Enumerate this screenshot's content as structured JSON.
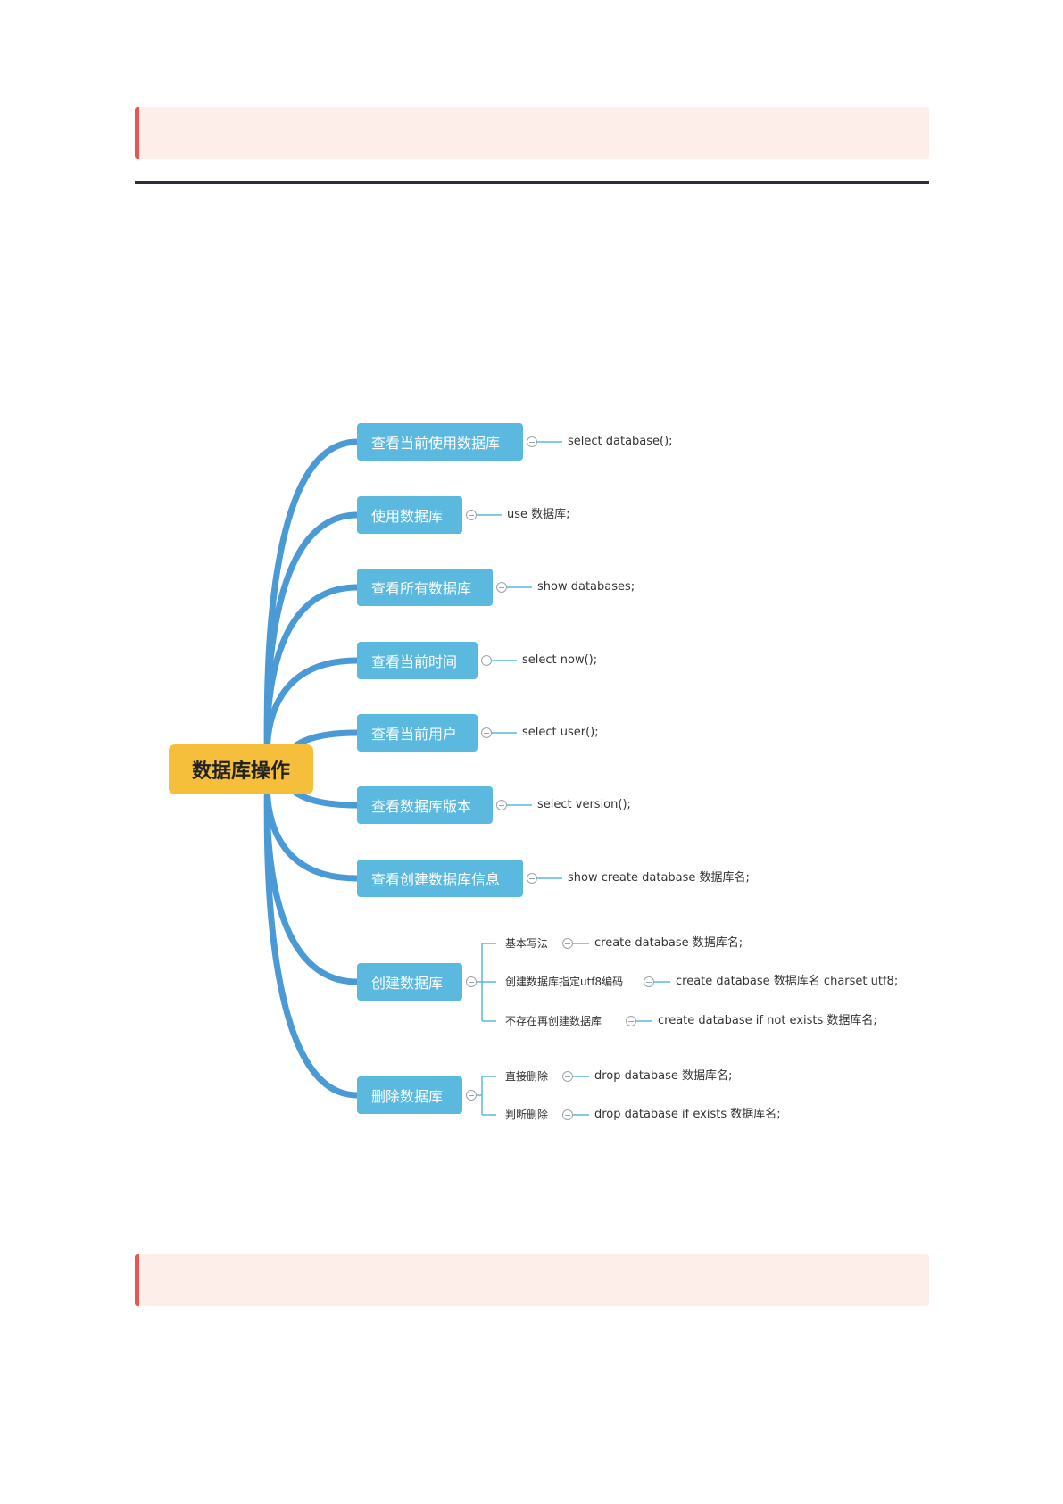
{
  "root": {
    "label": "数据库操作"
  },
  "topics": [
    {
      "label": "查看当前使用数据库",
      "leaf": "select database();"
    },
    {
      "label": "使用数据库",
      "leaf": "use 数据库;"
    },
    {
      "label": "查看所有数据库",
      "leaf": "show databases;"
    },
    {
      "label": "查看当前时间",
      "leaf": "select now();"
    },
    {
      "label": "查看当前用户",
      "leaf": "select user();"
    },
    {
      "label": "查看数据库版本",
      "leaf": "select version();"
    },
    {
      "label": "查看创建数据库信息",
      "leaf": "show create database 数据库名;"
    },
    {
      "label": "创建数据库",
      "subtopics": [
        {
          "label": "基本写法",
          "leaf": "create database 数据库名;"
        },
        {
          "label": "创建数据库指定utf8编码",
          "leaf": "create database 数据库名 charset utf8;"
        },
        {
          "label": "不存在再创建数据库",
          "leaf": "create database if not exists 数据库名;"
        }
      ]
    },
    {
      "label": "删除数据库",
      "subtopics": [
        {
          "label": "直接删除",
          "leaf": "drop database 数据库名;"
        },
        {
          "label": "判断删除",
          "leaf": "drop database if exists 数据库名;"
        }
      ]
    }
  ],
  "colors": {
    "root_fill": "#f5bf3c",
    "topic_fill": "#5bb8df",
    "branch_line": "#4a9ad6",
    "connector_line": "#5bb8df",
    "callout_fill": "#fdeeea",
    "callout_accent": "#e8564f"
  }
}
